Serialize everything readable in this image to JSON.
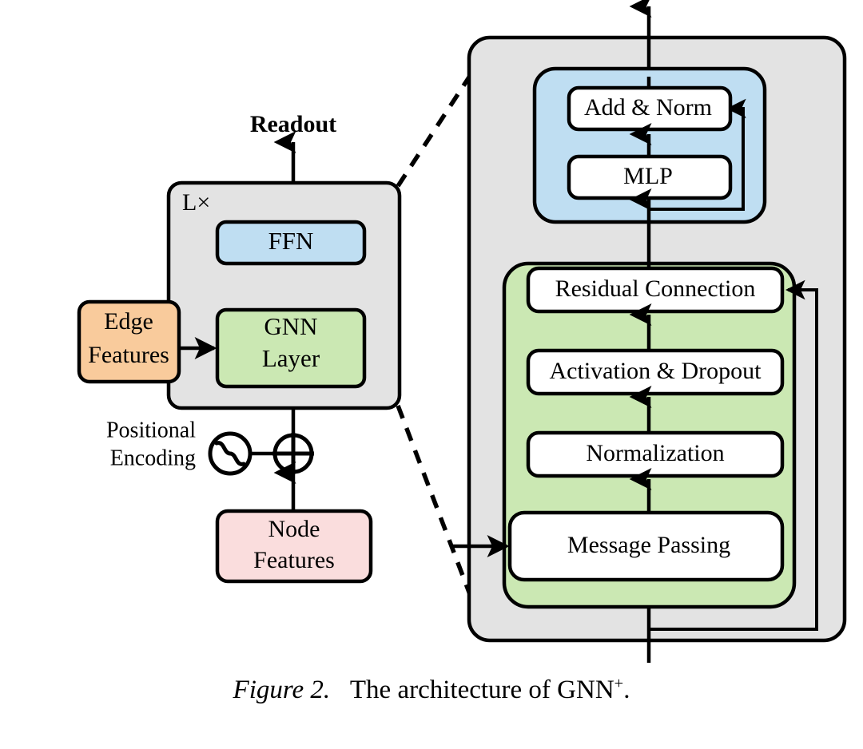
{
  "figure": {
    "caption_prefix": "Figure 2.",
    "caption_text": "The architecture of GNN",
    "caption_superscript": "+",
    "caption_suffix": "."
  },
  "colors": {
    "gray_panel": "#e3e3e3",
    "blue_block": "#bfdef2",
    "green_block": "#cbe8b3",
    "orange_block": "#f9cb9c",
    "pink_block": "#fadddd",
    "white_box": "#ffffff",
    "stroke": "#000000"
  },
  "left_diagram": {
    "output_label": "Readout",
    "repeat_label": "L×",
    "blocks": [
      {
        "id": "ffn",
        "label": "FFN",
        "color": "blue_block"
      },
      {
        "id": "gnn_layer",
        "label_line1": "GNN",
        "label_line2": "Layer",
        "color": "green_block"
      },
      {
        "id": "edge_features",
        "label_line1": "Edge",
        "label_line2": "Features",
        "color": "orange_block"
      },
      {
        "id": "node_features",
        "label_line1": "Node",
        "label_line2": "Features",
        "color": "pink_block"
      }
    ],
    "positional_encoding": {
      "label_line1": "Positional",
      "label_line2": "Encoding",
      "wave_icon": "sine-wave-circle-icon",
      "sum_icon": "circled-plus-icon"
    }
  },
  "right_diagram": {
    "ffn_expansion": {
      "color": "blue_block",
      "boxes": [
        {
          "id": "add_norm",
          "label": "Add & Norm"
        },
        {
          "id": "mlp",
          "label": "MLP"
        }
      ],
      "skip_connection": "residual-skip-into-add-norm"
    },
    "gnn_expansion": {
      "color": "green_block",
      "boxes": [
        {
          "id": "residual_connection",
          "label": "Residual Connection"
        },
        {
          "id": "activation_dropout",
          "label": "Activation & Dropout"
        },
        {
          "id": "normalization",
          "label": "Normalization"
        },
        {
          "id": "message_passing",
          "label": "Message Passing"
        }
      ],
      "skip_connection": "residual-skip-into-residual-connection",
      "edge_input": "edge-features-input-arrow"
    }
  }
}
